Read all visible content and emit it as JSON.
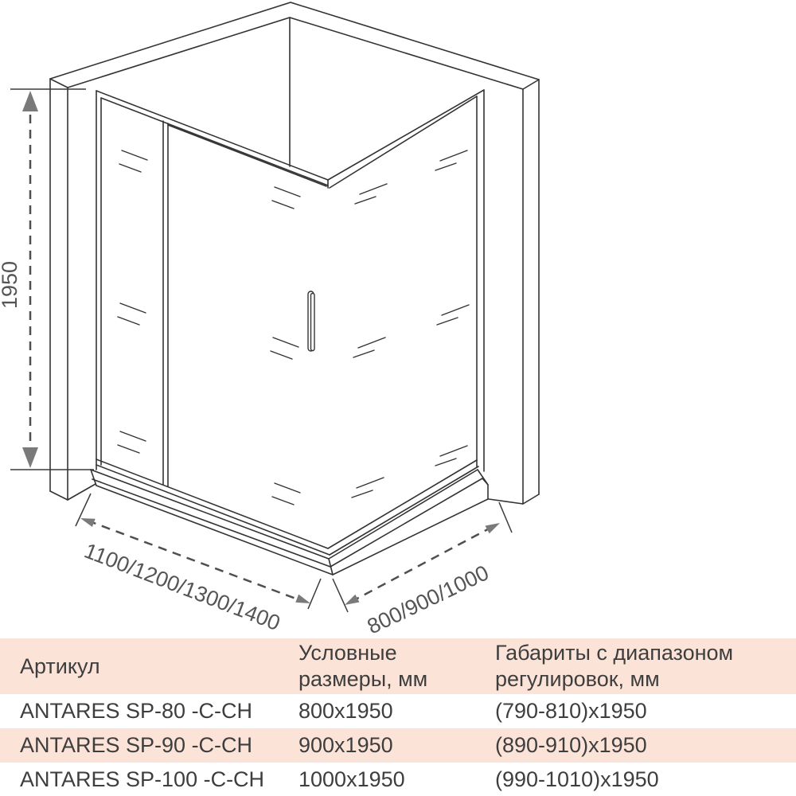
{
  "diagram": {
    "height_label": "1950",
    "front_width_label": "1100/1200/1300/1400",
    "side_width_label": "800/900/1000",
    "line_color": "#333333",
    "dim_text_color": "#555555",
    "arrow_color": "#7a7a7a"
  },
  "table": {
    "stripe_color": "#fbe3d8",
    "text_color": "#3e3e3e",
    "header": {
      "col1": "Артикул",
      "col2_line1": "Условные",
      "col2_line2": "размеры, мм",
      "col3_line1": "Габариты с диапазоном",
      "col3_line2": "регулировок, мм"
    },
    "rows": [
      {
        "article": "ANTARES SP-80 -C-CH",
        "size": "800x1950",
        "range": "(790-810)x1950"
      },
      {
        "article": "ANTARES SP-90 -C-CH",
        "size": "900x1950",
        "range": "(890-910)x1950"
      },
      {
        "article": "ANTARES SP-100 -C-CH",
        "size": "1000x1950",
        "range": "(990-1010)x1950"
      }
    ]
  }
}
